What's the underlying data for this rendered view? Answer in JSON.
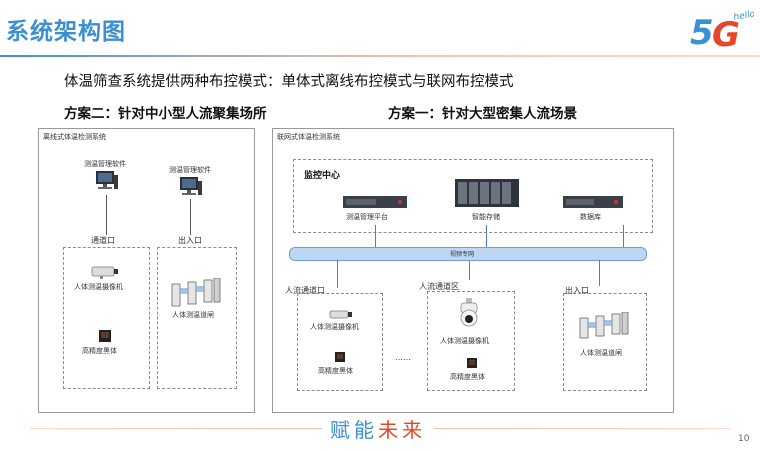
{
  "header": {
    "title": "系统架构图",
    "logo": {
      "main": "5G",
      "superscript": "hello"
    }
  },
  "intro": "体温筛查系统提供两种布控模式：单体式离线布控模式与联网布控模式",
  "plan_left": {
    "heading": "方案二：针对中小型人流聚集场所",
    "panel_title": "离线式体温检测系统",
    "software_a": "测温管理软件",
    "software_b": "测温管理软件",
    "channel_label": "通道口",
    "entrance_label": "出入口",
    "camera": "人体测温摄像机",
    "blackbody": "高精度黑体",
    "gate": "人体测温道闸"
  },
  "plan_right": {
    "heading": "方案一：针对大型密集人流场景",
    "panel_title": "联网式体温检测系统",
    "center_label": "监控中心",
    "server_a": "测温管理平台",
    "server_b": "智能存储",
    "server_c": "数据库",
    "network": "视频专网",
    "zone_a": "人流通道口",
    "zone_b": "人流通道区",
    "zone_c": "出入口",
    "camera": "人体测温摄像机",
    "blackbody": "高精度黑体",
    "dome_camera": "人体测温摄像机",
    "blackbody_b": "高精度黑体",
    "gate": "人体测温道闸",
    "ellipsis": "……"
  },
  "footer": {
    "slogan_blue": "赋能",
    "slogan_red": "未来",
    "page_number": "10"
  },
  "colors": {
    "title_blue": "#3b8fd4",
    "slogan_red": "#e8462c",
    "network_blue": "#bcd7f3",
    "logo_red": "#e8462c"
  }
}
